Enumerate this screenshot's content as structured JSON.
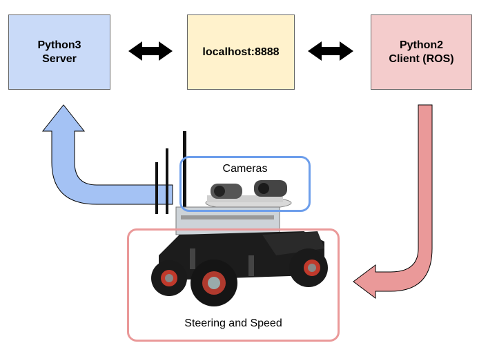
{
  "nodes": {
    "server": "Python3\nServer",
    "bridge": "localhost:8888",
    "client": "Python2\nClient (ROS)"
  },
  "labels": {
    "cameras": "Cameras",
    "steering": "Steering and Speed"
  },
  "colors": {
    "server_fill": "#c9daf8",
    "bridge_fill": "#fff2cc",
    "client_fill": "#f4cccc",
    "blue_arrow": "#a4c2f4",
    "red_arrow": "#ea9999",
    "cameras_outline": "#6d9eeb",
    "steering_outline": "#ea9999"
  },
  "image": "robot-rc-car-with-cameras"
}
